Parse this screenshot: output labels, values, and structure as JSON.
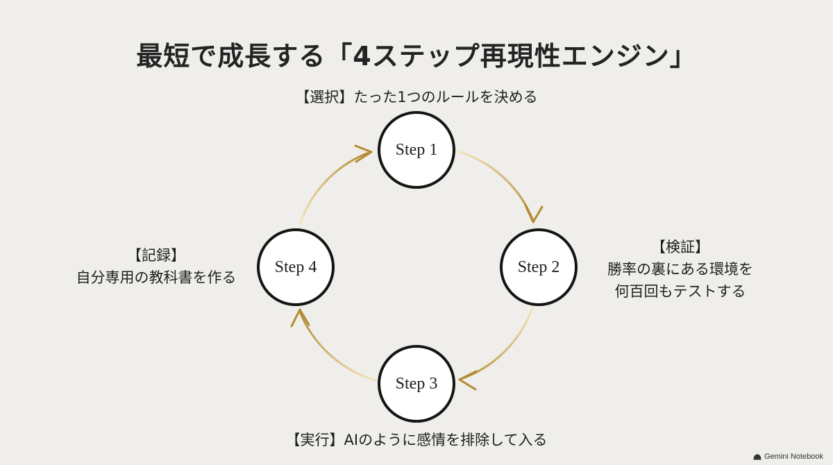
{
  "title": "最短で成長する「4ステップ再現性エンジン」",
  "steps": [
    {
      "label": "Step 1",
      "caption_head": "【選択】",
      "caption_body": "たった1つのルールを決める"
    },
    {
      "label": "Step 2",
      "caption_head": "【検証】",
      "caption_line1": "勝率の裏にある環境を",
      "caption_line2": "何百回もテストする"
    },
    {
      "label": "Step 3",
      "caption_head": "【実行】",
      "caption_body": "AIのように感情を排除して入る"
    },
    {
      "label": "Step 4",
      "caption_head": "【記録】",
      "caption_body": "自分専用の教科書を作る"
    }
  ],
  "watermark": "Gemini Notebook",
  "colors": {
    "background": "#efeeea",
    "arrow_gold_light": "#f1e2b4",
    "arrow_gold_dark": "#b8923a",
    "circle_border": "#151515",
    "circle_fill": "#ffffff"
  }
}
